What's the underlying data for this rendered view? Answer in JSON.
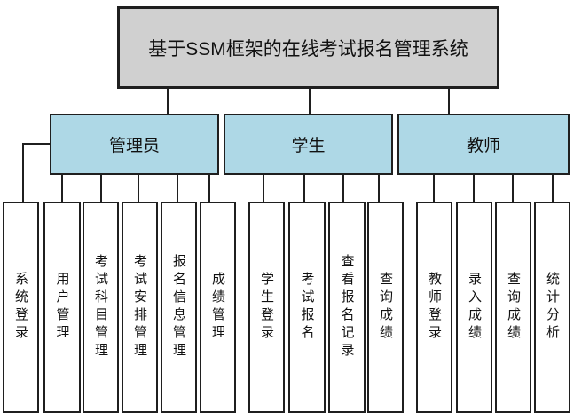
{
  "diagram": {
    "title": "基于SSM框架的在线考试报名管理系统",
    "groups": [
      {
        "label": "管理员",
        "leaves": [
          "系统登录",
          "用户管理",
          "考试科目管理",
          "考试安排管理",
          "报名信息管理",
          "成绩管理"
        ]
      },
      {
        "label": "学生",
        "leaves": [
          "学生登录",
          "考试报名",
          "查看报名记录",
          "查询成绩"
        ]
      },
      {
        "label": "教师",
        "leaves": [
          "教师登录",
          "录入成绩",
          "查询成绩",
          "统计分析"
        ]
      }
    ],
    "colors": {
      "root_fill": "#d0d0d0",
      "group_fill": "#aed8e6",
      "leaf_fill": "#ffffff",
      "border": "#1f1f1f",
      "line": "#1f1f1f"
    }
  }
}
